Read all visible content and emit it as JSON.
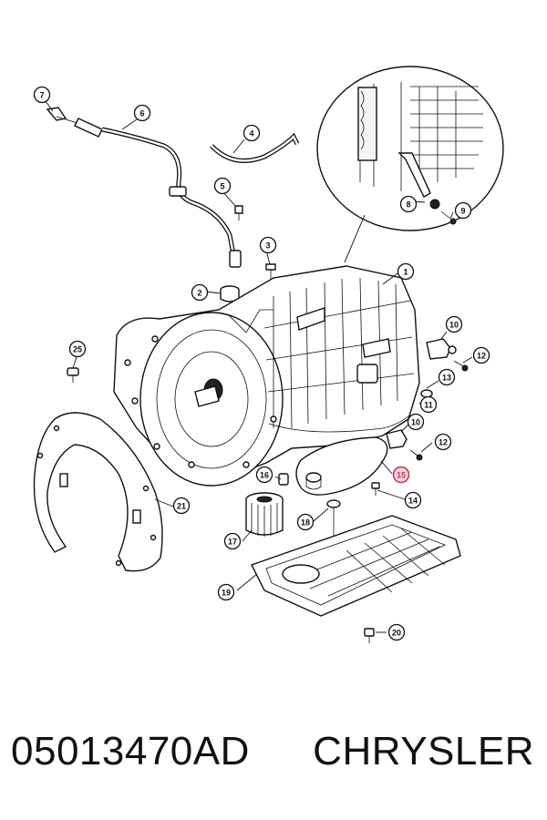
{
  "footer": {
    "part_number": "05013470AD",
    "brand": "CHRYSLER"
  },
  "callouts": [
    {
      "label": "1"
    },
    {
      "label": "2"
    },
    {
      "label": "3"
    },
    {
      "label": "4"
    },
    {
      "label": "5"
    },
    {
      "label": "6"
    },
    {
      "label": "7"
    },
    {
      "label": "8"
    },
    {
      "label": "9"
    },
    {
      "label": "10"
    },
    {
      "label": "10"
    },
    {
      "label": "11"
    },
    {
      "label": "12"
    },
    {
      "label": "12"
    },
    {
      "label": "13"
    },
    {
      "label": "14"
    },
    {
      "label": "15",
      "highlighted": true
    },
    {
      "label": "16"
    },
    {
      "label": "17"
    },
    {
      "label": "18"
    },
    {
      "label": "19"
    },
    {
      "label": "20"
    },
    {
      "label": "21"
    },
    {
      "label": "25"
    }
  ],
  "colors": {
    "line": "#111111",
    "highlight": "#c0395a",
    "highlight_fill": "#f6d5dc",
    "background": "#ffffff"
  }
}
